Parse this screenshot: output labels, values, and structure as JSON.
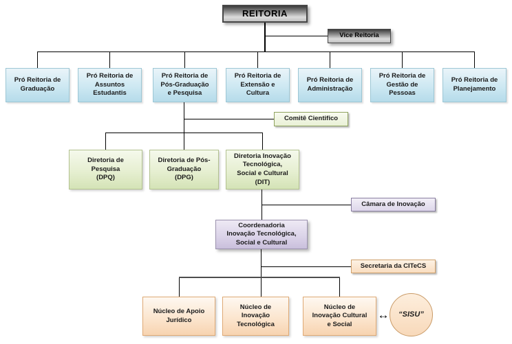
{
  "nodes": {
    "reitoria": {
      "lines": [
        "REITORIA"
      ]
    },
    "vice_reitoria": {
      "lines": [
        "Vice Reitoria"
      ]
    },
    "pro_reitorias": [
      {
        "lines": [
          "Pró Reitoria de",
          "Graduação"
        ]
      },
      {
        "lines": [
          "Pró Reitoria de",
          "Assuntos",
          "Estudantis"
        ]
      },
      {
        "lines": [
          "Pró Reitoria de",
          "Pós-Graduação",
          "e Pesquisa"
        ]
      },
      {
        "lines": [
          "Pró Reitoria de",
          "Extensão e",
          "Cultura"
        ]
      },
      {
        "lines": [
          "Pró Reitoria de",
          "Administração"
        ]
      },
      {
        "lines": [
          "Pró Reitoria de",
          "Gestão de",
          "Pessoas"
        ]
      },
      {
        "lines": [
          "Pró Reitoria de",
          "Planejamento"
        ]
      }
    ],
    "comite_cientifico": {
      "lines": [
        "Comitê Cientifico"
      ]
    },
    "diretorias": [
      {
        "lines": [
          "Diretoria de",
          "Pesquisa",
          "(DPQ)"
        ]
      },
      {
        "lines": [
          "Diretoria de Pós-",
          "Graduação",
          "(DPG)"
        ]
      },
      {
        "lines": [
          "Diretoria Inovação",
          "Tecnológica,",
          "Social e Cultural",
          "(DIT)"
        ]
      }
    ],
    "camara_inovacao": {
      "lines": [
        "Câmara de Inovação"
      ]
    },
    "coordenadoria": {
      "lines": [
        "Coordenadoria",
        "Inovação Tecnológica,",
        "Social e Cultural"
      ]
    },
    "secretaria_citecs": {
      "lines": [
        "Secretaria da CITeCS"
      ]
    },
    "nucleos": [
      {
        "lines": [
          "Núcleo de Apoio",
          "Jurídico"
        ]
      },
      {
        "lines": [
          "Núcleo de",
          "Inovação",
          "Tecnológica"
        ]
      },
      {
        "lines": [
          "Núcleo de",
          "Inovação Cultural",
          "e Social"
        ]
      }
    ],
    "sisu": {
      "lines": [
        "“SISU”"
      ]
    }
  },
  "icons": {
    "double_arrow": "↔"
  },
  "colors": {
    "line": "#000000",
    "root_fill_dark": "#3c3c3c",
    "root_fill_light": "#dcdcdc",
    "blue_fill": "#cde8f2",
    "blue_border": "#9cc6d4",
    "green_fill": "#e6efd1",
    "green_tag_border": "#8fa35e",
    "purple_fill": "#dad2e8",
    "purple_border": "#887da0",
    "orange_fill": "#fbe3ca",
    "orange_border": "#cfa06a"
  }
}
